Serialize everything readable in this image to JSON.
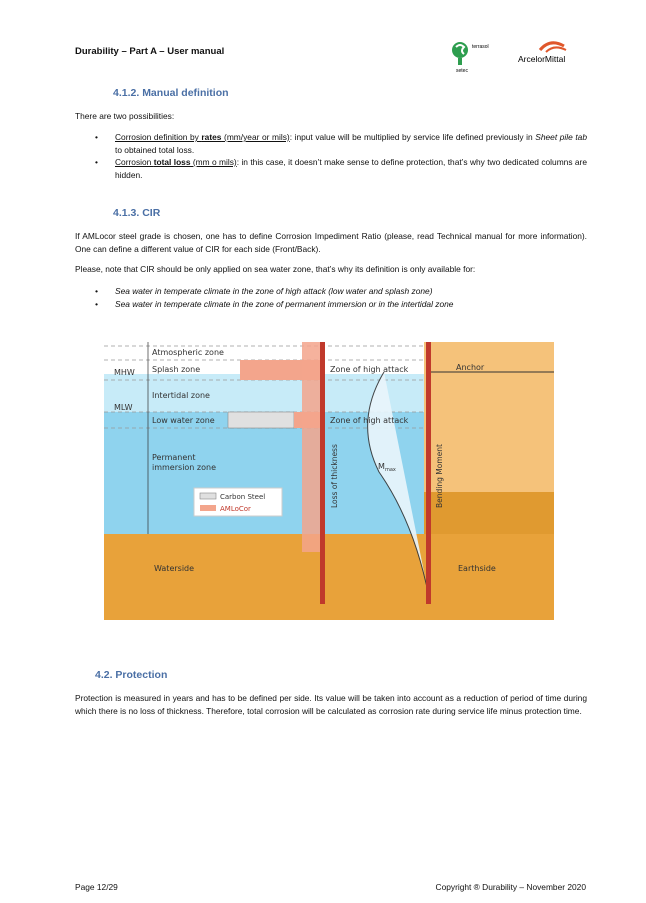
{
  "header": {
    "title": "Durability – Part A – User manual",
    "logo_terrasol_top": "terrasol",
    "logo_terrasol_bottom": "setec",
    "logo_arcelor": "ArcelorMittal"
  },
  "section_412": {
    "heading": "4.1.2.   Manual definition",
    "intro": "There are two possibilities:",
    "bullet1_link": "Corrosion definition by ",
    "bullet1_bold": "rates",
    "bullet1_unit": " (mm/year or mils)",
    "bullet1_text": ": input value will be multiplied by service life defined previously in ",
    "bullet1_italic": "Sheet pile tab",
    "bullet1_end": " to obtained total loss.",
    "bullet2_link": "Corrosion ",
    "bullet2_bold": "total loss",
    "bullet2_unit": " (mm o mils)",
    "bullet2_text": ": in this case, it doesn’t make sense to define protection, that’s why two dedicated columns are hidden."
  },
  "section_413": {
    "heading": "4.1.3.   CIR",
    "para1": "If AMLocor steel grade is chosen, one has to define Corrosion Impediment Ratio (please, read Technical manual for more information). One can define a different value of CIR for each side (Front/Back).",
    "para2": "Please, note that CIR should be only applied on sea water zone, that’s why its definition is only available for:",
    "bullet1": "Sea water in temperate climate in the zone of high attack (low water and splash zone)",
    "bullet2": "Sea water in temperate climate in the zone of permanent immersion or in the intertidal zone"
  },
  "figure": {
    "atmospheric": "Atmospheric zone",
    "splash": "Splash zone",
    "intertidal": "Intertidal zone",
    "low_water": "Low water zone",
    "permanent1": "Permanent",
    "permanent2": "immersion zone",
    "mhw": "MHW",
    "mlw": "MLW",
    "zone_high_attack_1": "Zone of high attack",
    "zone_high_attack_2": "Zone of high attack",
    "anchor": "Anchor",
    "loss_of_thickness": "Loss of thickness",
    "bending_moment": "Bending Moment",
    "m_max": "M",
    "m_max_sub": "max",
    "legend_carbon": "Carbon Steel",
    "legend_amlocor": "AMLoCor",
    "waterside": "Waterside",
    "earthside": "Earthside",
    "colors": {
      "water": "#8fd3ee",
      "soil": "#e8a23a",
      "sky": "#ffffff",
      "carbon_fill": "#e0e0e0",
      "amlocor_fill": "#f3a58c",
      "sheet_pile": "#c0392b"
    }
  },
  "section_42": {
    "heading": "4.2.   Protection",
    "para": "Protection is measured in years and has to be defined per side. Its value will be taken into account as a reduction of period of time during which there is no loss of thickness. Therefore, total corrosion will be calculated as corrosion rate during service life minus protection time."
  },
  "footer": {
    "page": "Page 12/29",
    "copyright": "Copyright ® Durability – November 2020"
  }
}
